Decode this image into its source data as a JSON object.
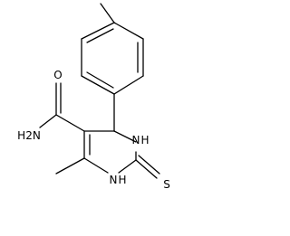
{
  "molecule": {
    "atoms": {
      "amide_n": "H2N",
      "amide_o": "O",
      "n1": "N",
      "n1_h": "H",
      "n3": "N",
      "n3_h": "H",
      "thione_s": "S"
    },
    "colors": {
      "bond": "#000000",
      "text": "#000000",
      "background": "#ffffff"
    }
  }
}
